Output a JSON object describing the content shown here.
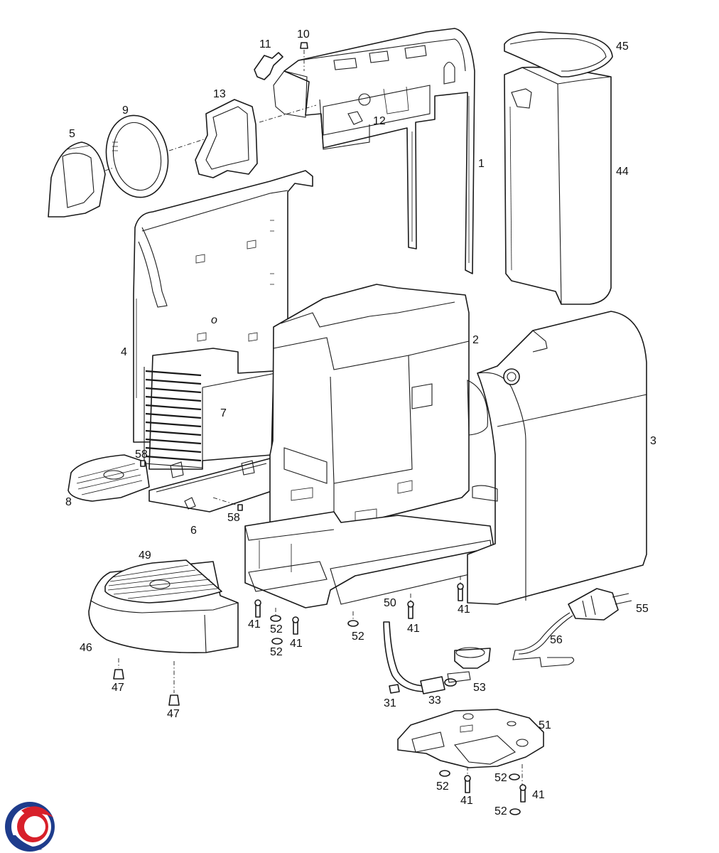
{
  "labels": {
    "p1": "1",
    "p2": "2",
    "p3": "3",
    "p4": "4",
    "p5": "5",
    "p6": "6",
    "p7": "7",
    "p8": "8",
    "p9": "9",
    "p10": "10",
    "p11": "11",
    "p12": "12",
    "p13": "13",
    "p31": "31",
    "p33": "33",
    "p44": "44",
    "p45": "45",
    "p46": "46",
    "p47a": "47",
    "p47b": "47",
    "p49": "49",
    "p50": "50",
    "p51": "51",
    "p53": "53",
    "p55": "55",
    "p56": "56",
    "p58a": "58",
    "p58b": "58",
    "p41a": "41",
    "p41b": "41",
    "p41c": "41",
    "p41d": "41",
    "p41e": "41",
    "p41f": "41",
    "p52a": "52",
    "p52b": "52",
    "p52c": "52",
    "p52d": "52",
    "p52e": "52",
    "p52f": "52"
  },
  "logo": {
    "name": "brand-logo",
    "colors": [
      "#d8202a",
      "#1e3c8c"
    ]
  }
}
